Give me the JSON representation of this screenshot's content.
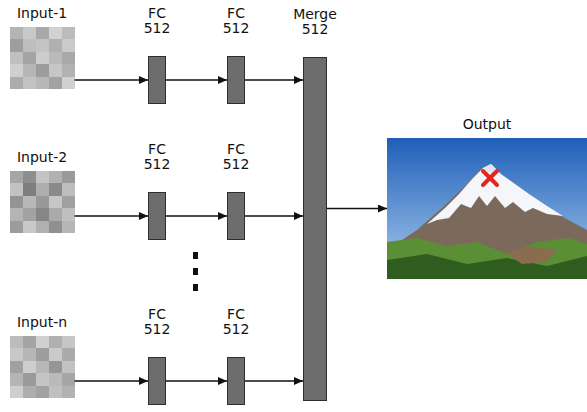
{
  "diagram": {
    "nodes": [
      {
        "text": [
          "Input-1"
        ]
      },
      {
        "text": [
          "FC 512"
        ]
      },
      {
        "text": [
          "FC 512"
        ]
      },
      {
        "text": [
          "Input-2"
        ]
      },
      {
        "text": [
          "FC 512"
        ]
      },
      {
        "text": [
          "FC 512"
        ]
      },
      {
        "text": [
          "Input-n"
        ]
      },
      {
        "text": [
          "FC 512"
        ]
      },
      {
        "text": [
          "FC 512"
        ]
      },
      {
        "text": [
          "Merge 512"
        ]
      },
      {
        "text": [
          "Output"
        ]
      }
    ],
    "edges": [
      {
        "from": 0,
        "to": 1,
        "arrow": "to"
      },
      {
        "from": 1,
        "to": 2,
        "arrow": "to"
      },
      {
        "from": 2,
        "to": 9,
        "arrow": "to"
      },
      {
        "from": 3,
        "to": 4,
        "arrow": "to"
      },
      {
        "from": 4,
        "to": 5,
        "arrow": "to"
      },
      {
        "from": 5,
        "to": 9,
        "arrow": "to"
      },
      {
        "from": 6,
        "to": 7,
        "arrow": "to"
      },
      {
        "from": 7,
        "to": 8,
        "arrow": "to"
      },
      {
        "from": 8,
        "to": 9,
        "arrow": "to"
      },
      {
        "from": 9,
        "to": 10,
        "arrow": "to"
      }
    ]
  }
}
